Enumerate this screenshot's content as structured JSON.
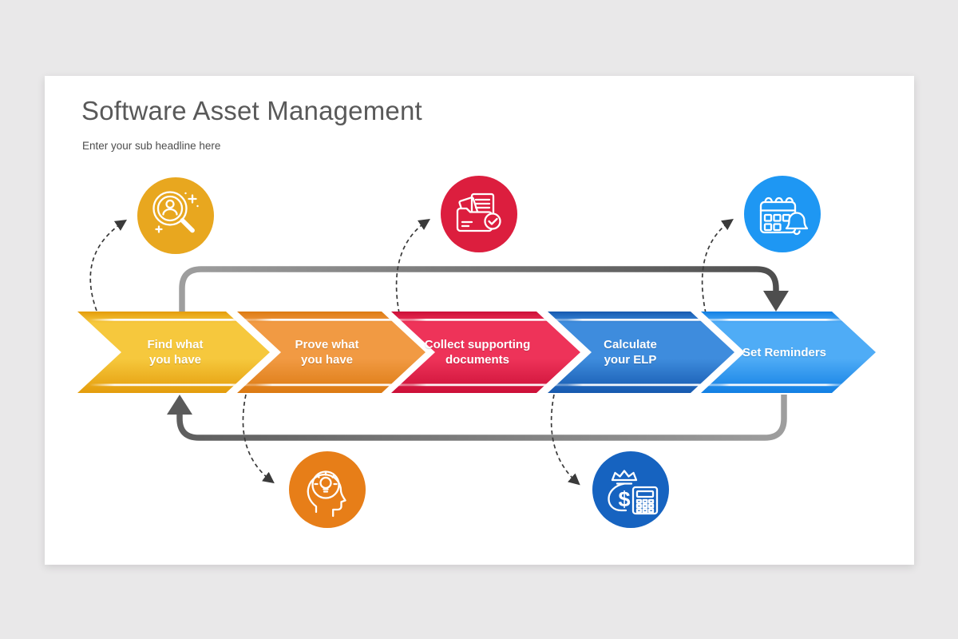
{
  "header": {
    "title": "Software Asset Management",
    "subtitle": "Enter your sub headline here"
  },
  "steps": [
    {
      "label": "Find what you have",
      "lines": [
        "Find what",
        "you have"
      ],
      "color_light": "#F6C83D",
      "color_dark": "#E49D0C",
      "icon": "search-user-icon",
      "icon_color": "#E8A71F",
      "icon_position": "top"
    },
    {
      "label": "Prove what you have",
      "lines": [
        "Prove what",
        "you have"
      ],
      "color_light": "#F19A43",
      "color_dark": "#DC7A12",
      "icon": "head-idea-icon",
      "icon_color": "#E77E18",
      "icon_position": "bottom"
    },
    {
      "label": "Collect supporting documents",
      "lines": [
        "Collect supporting",
        "documents"
      ],
      "color_light": "#EE3359",
      "color_dark": "#CC1038",
      "icon": "documents-check-icon",
      "icon_color": "#DC1E3E",
      "icon_position": "top"
    },
    {
      "label": "Calculate your ELP",
      "lines": [
        "Calculate",
        "your ELP"
      ],
      "color_light": "#3E8CDD",
      "color_dark": "#1659AF",
      "icon": "money-calculator-icon",
      "icon_color": "#1663C0",
      "icon_position": "bottom"
    },
    {
      "label": "Set Reminders",
      "lines": [
        "Set Reminders"
      ],
      "color_light": "#4FACF6",
      "color_dark": "#1280E4",
      "icon": "calendar-bell-icon",
      "icon_color": "#1E97F3",
      "icon_position": "top"
    }
  ],
  "loop": {
    "color_light": "#9E9E9E",
    "color_dark": "#4E4E4E"
  },
  "connectors": {
    "color": "#3A3A3A",
    "style": "dashed"
  },
  "decor": {
    "dollar": "$"
  },
  "page": {
    "background": "#E9E8E9",
    "card_background": "#FFFFFF"
  }
}
